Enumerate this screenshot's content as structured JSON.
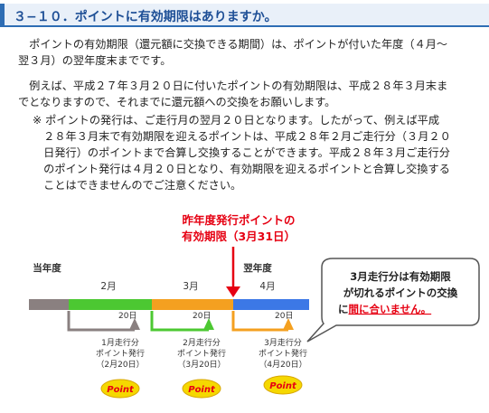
{
  "header": {
    "title": "３−１０．ポイントに有効期限はありますか。"
  },
  "body": {
    "paragraph1": [
      "　ポイントの有効期限（還元額に交換できる期間）は、ポイントが付いた年度（４月〜",
      "翌３月）の翌年度末までです。"
    ],
    "paragraph2": [
      "　例えば、平成２７年３月２０日に付いたポイントの有効期限は、平成２８年３月末ま",
      "でとなりますので、それまでに還元額への交換をお願いします。"
    ],
    "note": [
      "※ ポイントの発行は、ご走行月の翌月２０日となります。したがって、例えば平成",
      "　２８年３月末で有効期限を迎えるポイントは、平成２８年２月ご走行分（３月２０",
      "　日発行）のポイントまで合算し交換することができます。平成２８年３月ご走行分",
      "　のポイント発行は４月２０日となり、有効期限を迎えるポイントと合算し交換する",
      "　ことはできませんのでご注意ください。"
    ]
  },
  "diagram": {
    "expiry_label": [
      "昨年度発行ポイントの",
      "有効期限（3月31日）"
    ],
    "prev_year": "当年度",
    "next_year": "翌年度",
    "months": [
      "2月",
      "3月",
      "4月"
    ],
    "day20": "20日",
    "issues": [
      [
        "1月走行分",
        "ポイント発行",
        "（2月20日）"
      ],
      [
        "2月走行分",
        "ポイント発行",
        "（3月20日）"
      ],
      [
        "3月走行分",
        "ポイント発行",
        "（4月20日）"
      ]
    ],
    "point_badge": "Point",
    "bubble": {
      "line1": "3月走行分は有効期限",
      "line2": "が切れるポイントの交換",
      "line3_prefix": "に",
      "line3_highlight": "間に合いません。"
    },
    "colors": {
      "gray": "#8a8080",
      "green": "#4cc832",
      "orange": "#f4a020",
      "blue": "#3c78e6",
      "red": "#e60012",
      "gold": "#f5d800"
    }
  }
}
